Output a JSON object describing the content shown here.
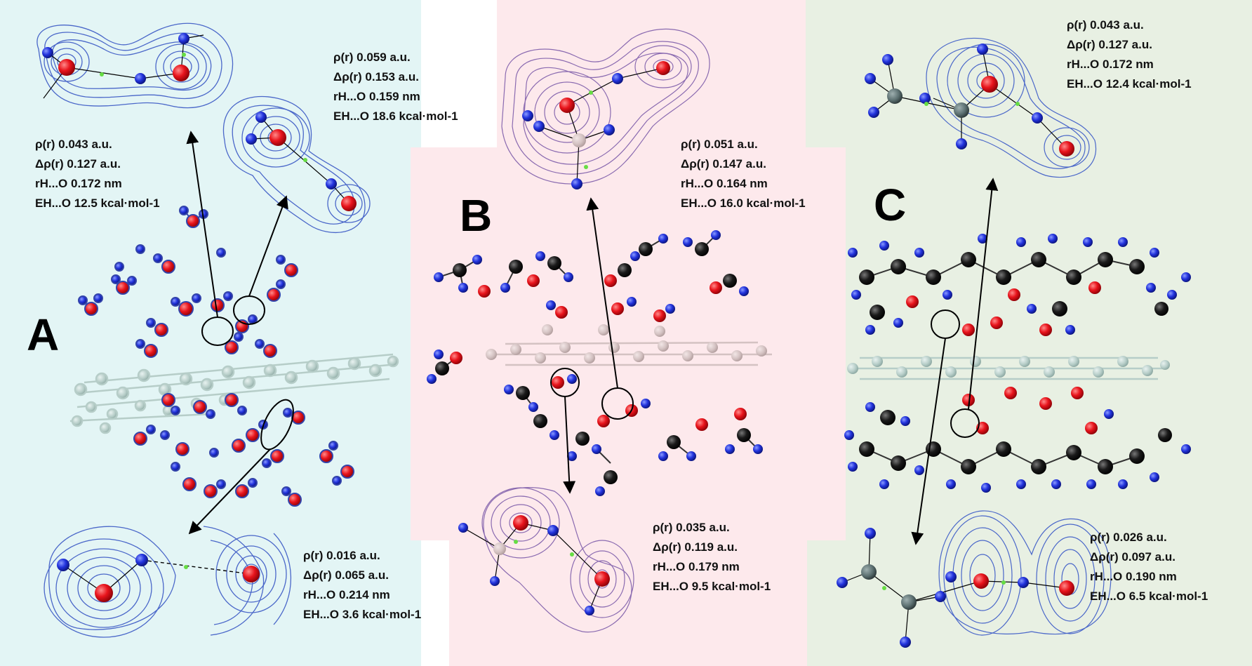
{
  "panels": [
    {
      "label": "A",
      "annotations": [
        {
          "rho": "ρ(r) 0.043 a.u.",
          "lap": "Δρ(r) 0.127 a.u.",
          "r": "rH...O 0.172 nm",
          "e": "EH...O 12.5 kcal·mol-1"
        },
        {
          "rho": "ρ(r) 0.059 a.u.",
          "lap": "Δρ(r) 0.153 a.u.",
          "r": "rH...O 0.159 nm",
          "e": "EH...O 18.6 kcal·mol-1"
        },
        {
          "rho": "ρ(r) 0.016 a.u.",
          "lap": "Δρ(r) 0.065 a.u.",
          "r": "rH...O 0.214 nm",
          "e": "EH...O 3.6 kcal·mol-1"
        }
      ]
    },
    {
      "label": "B",
      "annotations": [
        {
          "rho": "ρ(r) 0.051 a.u.",
          "lap": "Δρ(r) 0.147 a.u.",
          "r": "rH...O 0.164 nm",
          "e": "EH...O 16.0 kcal·mol-1"
        },
        {
          "rho": "ρ(r) 0.035 a.u.",
          "lap": "Δρ(r) 0.119 a.u.",
          "r": "rH...O 0.179 nm",
          "e": "EH...O 9.5 kcal·mol-1"
        }
      ]
    },
    {
      "label": "C",
      "annotations": [
        {
          "rho": "ρ(r) 0.043 a.u.",
          "lap": "Δρ(r) 0.127 a.u.",
          "r": "rH...O 0.172 nm",
          "e": "EH...O 12.4 kcal·mol-1"
        },
        {
          "rho": "ρ(r) 0.026 a.u.",
          "lap": "Δρ(r) 0.097 a.u.",
          "r": "rH...O 0.190 nm",
          "e": "EH...O 6.5 kcal·mol-1"
        }
      ]
    }
  ],
  "colors": {
    "oxygen": "#e8141c",
    "hydrogen": "#2233dd",
    "carbon": "#111111",
    "graphene": "#b6cdc8",
    "contour": "#4a67c9",
    "contour_b": "#8a6ab0",
    "bcp": "#66dd44"
  }
}
